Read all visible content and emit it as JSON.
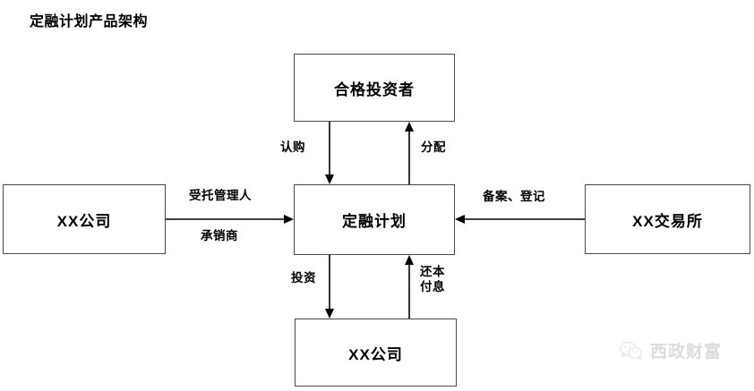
{
  "title": "定融计划产品架构",
  "diagram": {
    "type": "flow-diagram",
    "nodes": [
      {
        "id": "investor",
        "label": "合格投资者",
        "position": "top"
      },
      {
        "id": "plan",
        "label": "定融计划",
        "position": "center"
      },
      {
        "id": "left",
        "label": "XX公司",
        "position": "left"
      },
      {
        "id": "right",
        "label": "XX交易所",
        "position": "right"
      },
      {
        "id": "bottom",
        "label": "XX公司",
        "position": "bottom"
      }
    ],
    "edges": [
      {
        "id": "subscribe",
        "label": "认购",
        "from": "investor",
        "to": "plan",
        "direction": "down"
      },
      {
        "id": "allocate",
        "label": "分配",
        "from": "plan",
        "to": "investor",
        "direction": "up"
      },
      {
        "id": "manage",
        "label": "受托管理人",
        "from": "left",
        "to": "plan",
        "direction": "right"
      },
      {
        "id": "underwrite",
        "label": "承销商",
        "from": "left",
        "to": "plan",
        "direction": "right"
      },
      {
        "id": "filing",
        "label": "备案、登记",
        "from": "right",
        "to": "plan",
        "direction": "left"
      },
      {
        "id": "invest",
        "label": "投资",
        "from": "plan",
        "to": "bottom",
        "direction": "down"
      },
      {
        "id": "repay",
        "label": "还本\n付息",
        "from": "bottom",
        "to": "plan",
        "direction": "up"
      }
    ]
  },
  "watermark": {
    "text": "西政财富",
    "icon": "wechat-icon"
  },
  "colors": {
    "box_border": "#4a4a4a",
    "line": "#000000",
    "text": "#000000",
    "watermark": "#b9b9b9",
    "background": "#ffffff"
  }
}
